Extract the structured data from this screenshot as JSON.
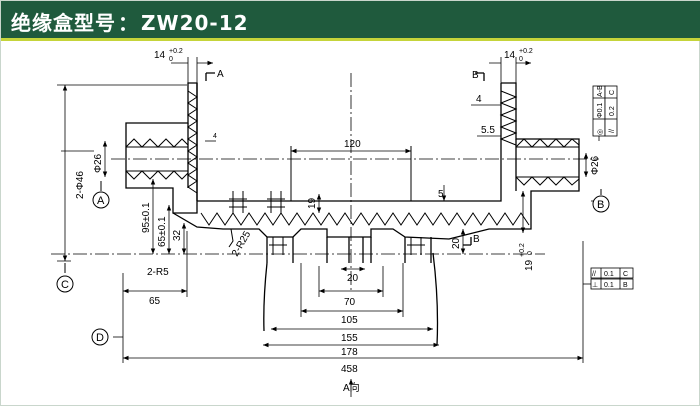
{
  "header": {
    "title_cn": "绝缘盒型号",
    "separator": "：",
    "model": "ZW20-12"
  },
  "diagram": {
    "dims": {
      "d120": "120",
      "d70": "70",
      "d105": "105",
      "d155": "155",
      "d178": "178",
      "d458": "458",
      "d65": "65",
      "d95": "95±0.1",
      "d65b": "65±0.1",
      "d32": "32",
      "d20": "20",
      "d20v": "20",
      "d19": "19",
      "d5": "5",
      "d4": "4",
      "d4s": "4",
      "d55": "5.5",
      "phi26l": "Φ26",
      "phi26r": "Φ26",
      "phi46": "2-Φ46",
      "r5": "2-R5",
      "r25": "2-R25",
      "t14l": "14",
      "t14l_up": "+0.2",
      "t14l_lo": "0",
      "t14r": "14",
      "t14r_up": "+0.2",
      "t14r_lo": "0",
      "t19": "19",
      "t19_up": "+0.2",
      "t19_lo": "0"
    },
    "datums": {
      "a": "A",
      "b": "B",
      "c": "C",
      "d": "D"
    },
    "sections": {
      "a_top": "A",
      "b_top": "B",
      "b_bottom": "B",
      "view_label": "A向"
    },
    "tolerance_top": {
      "sym1": "◎",
      "val1": "Φ0.1",
      "ref1": "A-B",
      "sym2": "//",
      "val2": "0.2",
      "ref2": "C"
    },
    "tolerance_right": {
      "sym1": "//",
      "val1": "0.1",
      "ref1": "C",
      "sym2": "⊥",
      "val2": "0.1",
      "ref2": "B"
    }
  },
  "colors": {
    "title_bar": "#1f5a3d",
    "title_accent": "#c5d43a",
    "line": "#000000"
  }
}
